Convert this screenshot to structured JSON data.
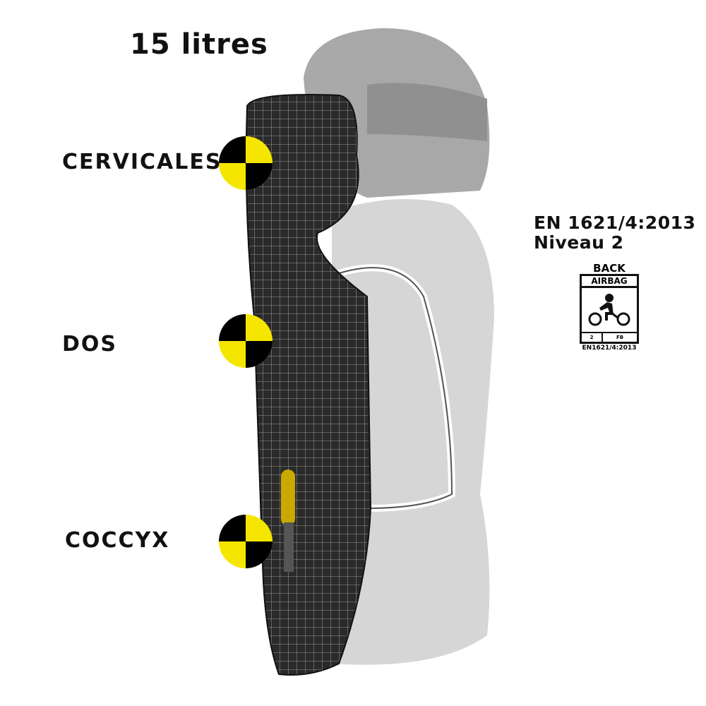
{
  "title": "15 litres",
  "zones": [
    {
      "label": "CERVICALES"
    },
    {
      "label": "DOS"
    },
    {
      "label": "COCCYX"
    }
  ],
  "standard": {
    "line1": "EN 1621/4:2013",
    "line2": "Niveau 2"
  },
  "badge": {
    "top": "BACK",
    "header": "AIRBAG",
    "cell_left": "2",
    "cell_right": "FB",
    "footer": "EN1621/4:2013"
  },
  "colors": {
    "marker_yellow": "#f5e600",
    "marker_black": "#000000",
    "mesh": "#2a2a2a",
    "dummy": "#c8c8c8"
  }
}
